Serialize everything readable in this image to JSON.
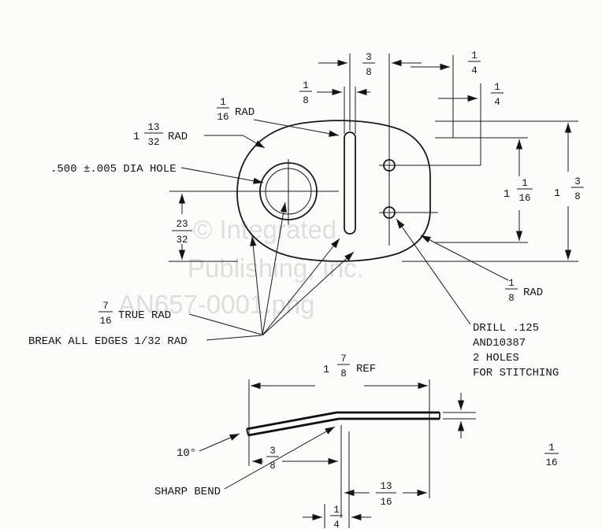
{
  "watermark": {
    "line1": "© Integrated",
    "line2": "Publishing, Inc.",
    "line3": "AN657-0001.png"
  },
  "callouts": {
    "rad_left": {
      "whole": "1",
      "num": "13",
      "den": "32",
      "label": "RAD"
    },
    "dia_hole": ".500 ±.005 DIA HOLE",
    "rad_slot": {
      "num": "1",
      "den": "16",
      "label": "RAD"
    },
    "true_rad": {
      "num": "7",
      "den": "16",
      "label": "TRUE RAD"
    },
    "break_edges": "BREAK ALL EDGES 1/32 RAD",
    "rad_corner": {
      "num": "1",
      "den": "8",
      "label": "RAD"
    },
    "drill": {
      "line1": "DRILL .125",
      "line2": "AND10387",
      "line3": "2 HOLES",
      "line4": "FOR STITCHING"
    },
    "sharp_bend": "SHARP BEND",
    "bend_angle": "10°"
  },
  "dims": {
    "slot_to_holes": {
      "num": "3",
      "den": "8"
    },
    "slot_width": {
      "num": "1",
      "den": "8"
    },
    "offset_a": {
      "num": "1",
      "den": "4"
    },
    "offset_b": {
      "num": "1",
      "den": "4"
    },
    "height_inner": {
      "whole": "1",
      "num": "1",
      "den": "16"
    },
    "height_overall": {
      "whole": "1",
      "num": "3",
      "den": "8"
    },
    "hole_to_bottom": {
      "num": "23",
      "den": "32"
    },
    "overall_length": {
      "whole": "1",
      "num": "7",
      "den": "8",
      "label": "REF"
    },
    "bend_offset": {
      "num": "3",
      "den": "8"
    },
    "bend_to_end": {
      "num": "13",
      "den": "16"
    },
    "end_offset": {
      "num": "1",
      "den": "4"
    },
    "thickness": {
      "num": "1",
      "den": "16"
    }
  }
}
